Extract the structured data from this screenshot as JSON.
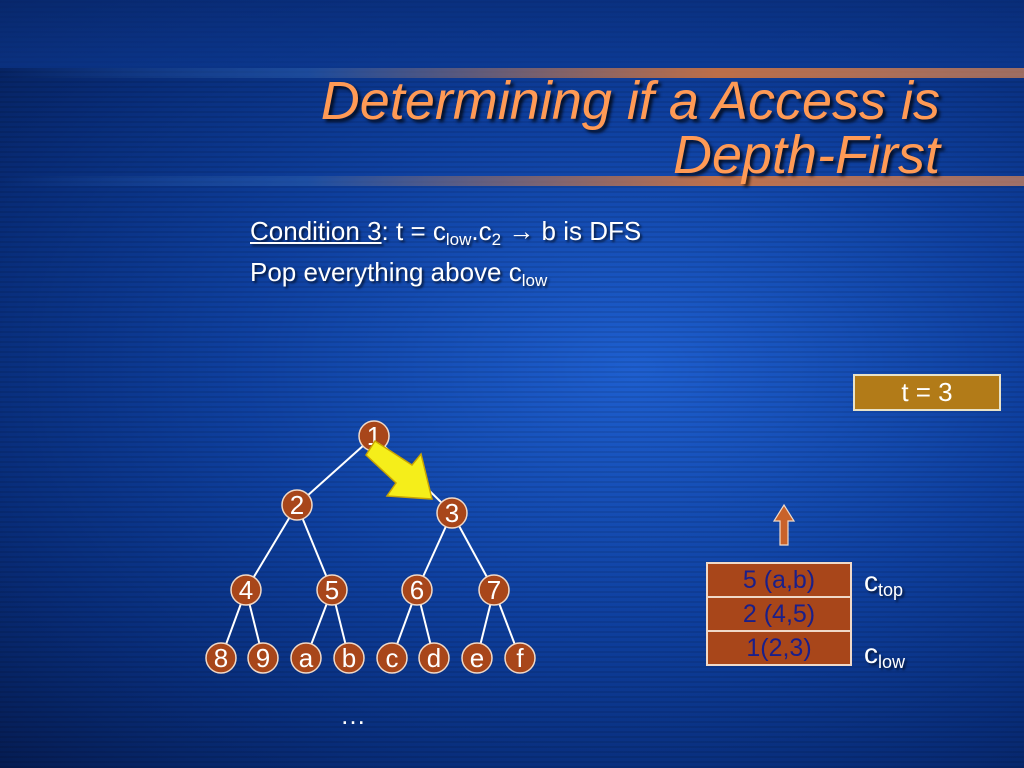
{
  "slide": {
    "title_line1": "Determining if a Access is",
    "title_line2": "Depth-First",
    "condition": {
      "name": "Condition 3",
      "rest_prefix": ": t = c",
      "sub_low": "low",
      "dot_c": ".c",
      "sub_2": "2",
      "arrow_glyph": "→",
      "tail": " b is DFS"
    },
    "pop_line": {
      "text": "Pop everything above c",
      "sub": "low"
    },
    "t_box": "t = 3",
    "stack": {
      "rows": [
        "5 (a,b)",
        "2 (4,5)",
        "1(2,3)"
      ],
      "top_label": "c",
      "top_sub": "top",
      "low_label": "c",
      "low_sub": "low"
    },
    "tree": {
      "nodes": [
        "1",
        "2",
        "3",
        "4",
        "5",
        "6",
        "7",
        "8",
        "9",
        "a",
        "b",
        "c",
        "d",
        "e",
        "f"
      ],
      "ellipsis": "…"
    },
    "colors": {
      "node_fill": "#a8461a",
      "node_stroke": "#f0d9c8",
      "arrow_fill": "#f5ee1a",
      "title": "#ff9a55",
      "t_box": "#b27b18"
    }
  }
}
